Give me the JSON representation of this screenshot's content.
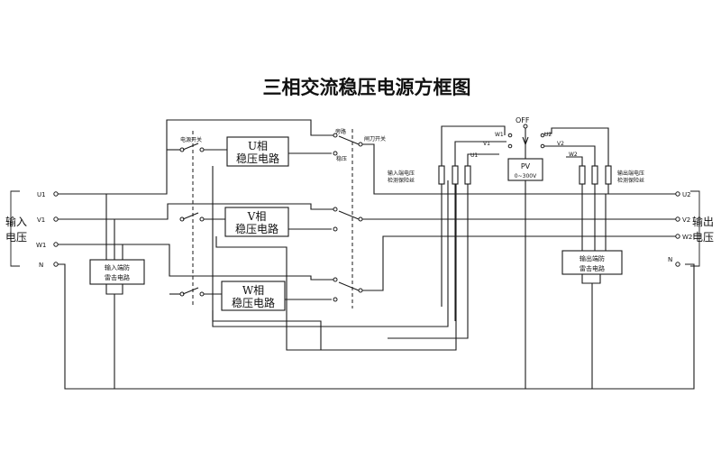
{
  "title": "三相交流稳压电源方框图",
  "input": {
    "side_label_1": "输入",
    "side_label_2": "电压",
    "ports": [
      "U1",
      "V1",
      "W1",
      "N"
    ],
    "surge_line1": "输入端防",
    "surge_line2": "雷击电路"
  },
  "output": {
    "side_label_1": "输出",
    "side_label_2": "电压",
    "ports": [
      "U2",
      "V2",
      "W2",
      "N"
    ],
    "surge_line1": "输出端防",
    "surge_line2": "雷击电路"
  },
  "blocks": {
    "u": {
      "line1": "U相",
      "line2": "稳压电路"
    },
    "v": {
      "line1": "V相",
      "line2": "稳压电路"
    },
    "w": {
      "line1": "W相",
      "line2": "稳压电路"
    }
  },
  "switches": {
    "power": "电源开关",
    "bypass": "旁路",
    "regulate": "稳压",
    "knife": "闸刀开关"
  },
  "meter": {
    "off": "OFF",
    "pv": "PV",
    "range": "0~300V",
    "in_taps": [
      "W1",
      "V1",
      "U1"
    ],
    "out_taps": [
      "U2",
      "V2",
      "W2"
    ]
  },
  "indicators": {
    "input_1": "输入端电压",
    "input_2": "检测保险丝",
    "output_1": "输出端电压",
    "output_2": "检测保险丝"
  }
}
